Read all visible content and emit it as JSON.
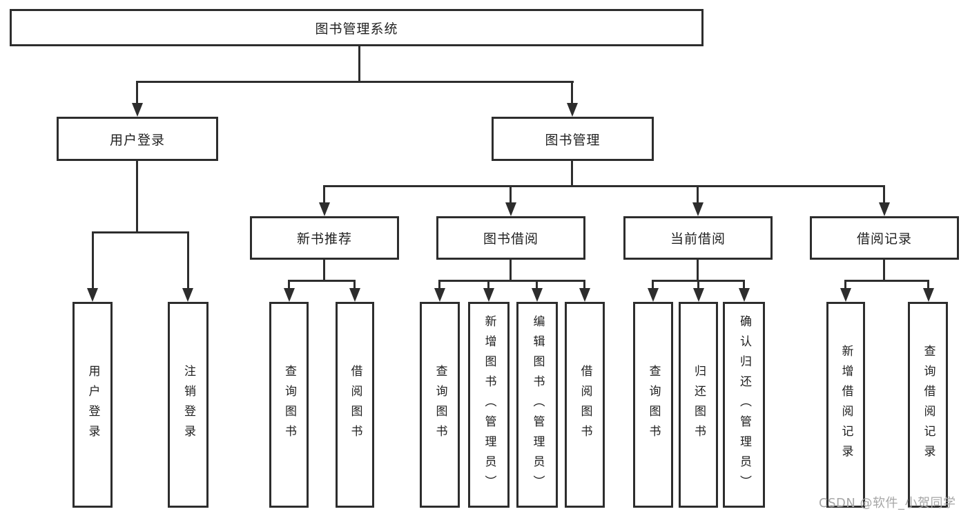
{
  "diagram": {
    "root": "图书管理系统",
    "level2": {
      "user_login": "用户登录",
      "book_management": "图书管理"
    },
    "level3": {
      "new_book_recommend": "新书推荐",
      "book_borrow": "图书借阅",
      "current_borrow": "当前借阅",
      "borrow_records": "借阅记录"
    },
    "leaves": {
      "user_login": "用户登录",
      "logout": "注销登录",
      "nb_query_books": "查询图书",
      "nb_borrow_books": "借阅图书",
      "bb_query_books": "查询图书",
      "bb_add_books_admin": "新增图书（管理员）",
      "bb_edit_books_admin": "编辑图书（管理员）",
      "bb_borrow_books": "借阅图书",
      "cb_query_books": "查询图书",
      "cb_return_books": "归还图书",
      "cb_confirm_return_admin": "确认归还（管理员）",
      "br_add_record": "新增借阅记录",
      "br_query_record": "查询借阅记录"
    },
    "watermark": "CSDN @软件_小贺同学",
    "colors": {
      "line": "#2d2d2d",
      "text": "#1f1f1f",
      "watermark": "#a6a6a6",
      "background": "#ffffff"
    }
  }
}
